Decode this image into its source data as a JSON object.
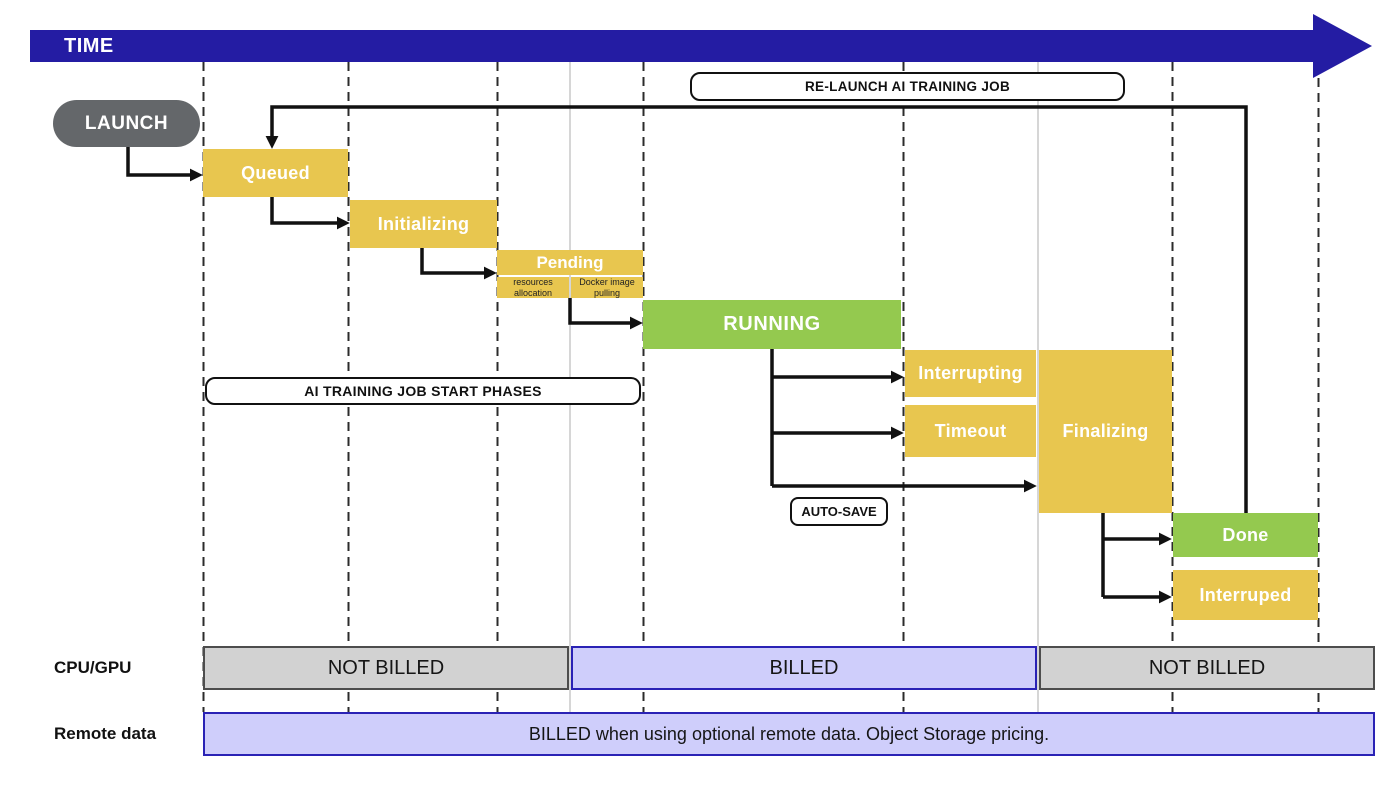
{
  "timeline": {
    "time_label": "TIME"
  },
  "nodes": {
    "launch": "LAUNCH",
    "queued": "Queued",
    "initializing": "Initializing",
    "pending": "Pending",
    "pending_sub_1": "resources allocation",
    "pending_sub_2": "Docker image pulling",
    "running": "RUNNING",
    "interrupting": "Interrupting",
    "timeout": "Timeout",
    "finalizing": "Finalizing",
    "done": "Done",
    "interruped": "Interruped"
  },
  "annotations": {
    "relaunch": "RE-LAUNCH AI TRAINING JOB",
    "start_phases": "AI TRAINING JOB START PHASES",
    "autosave": "AUTO-SAVE"
  },
  "billing": {
    "cpu_gpu_label": "CPU/GPU",
    "remote_data_label": "Remote data",
    "cpu_segments": [
      {
        "label": "NOT BILLED",
        "status": "not-billed"
      },
      {
        "label": "BILLED",
        "status": "billed"
      },
      {
        "label": "NOT BILLED",
        "status": "not-billed"
      }
    ],
    "remote_data_text": "BILLED when using optional remote data. Object Storage pricing."
  },
  "colors": {
    "navy": "#241CA3",
    "yellow": "#E8C64F",
    "green": "#94C94F",
    "launch-gray": "#64676A",
    "lavender": "#CFCEFB",
    "billed-border": "#2A22B5",
    "gray-fill": "#D2D2D2",
    "gray-border": "#4D4D4D",
    "arrow": "#111111",
    "guide-dark": "#2B2B2B",
    "guide-light": "#C9C9C9"
  }
}
